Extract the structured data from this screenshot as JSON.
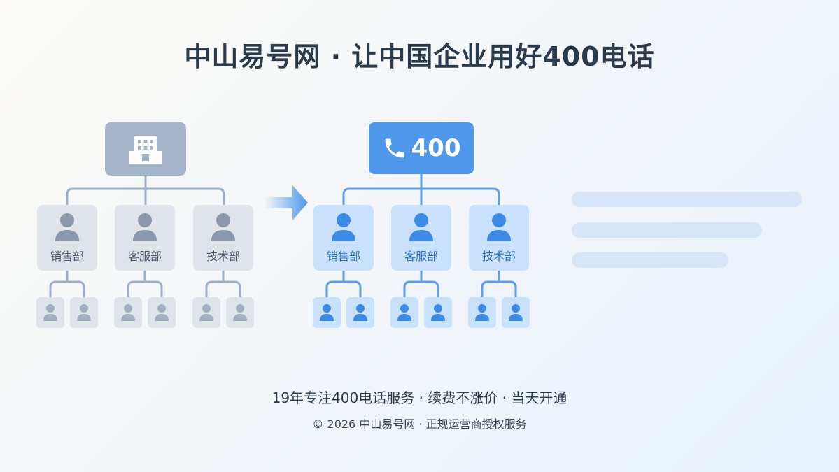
{
  "title": "中山易号网 · 让中国企业用好400电话",
  "legacy": {
    "root_icon": "building-icon",
    "departments": [
      {
        "label": "销售部"
      },
      {
        "label": "客服部"
      },
      {
        "label": "技术部"
      }
    ]
  },
  "modern": {
    "root_icon": "phone-icon",
    "root_label": "400",
    "departments": [
      {
        "label": "销售部"
      },
      {
        "label": "客服部"
      },
      {
        "label": "技术部"
      }
    ]
  },
  "arrow_icon": "arrow-right-icon",
  "footer": {
    "tagline": "19年专注400电话服务 · 续费不涨价 · 当天开通",
    "copyright": "© 2026 中山易号网 · 正规运营商授权服务"
  },
  "colors": {
    "legacy_node": "#a5b4c8",
    "legacy_fill": "#dfe4ea",
    "legacy_icon": "#8a98ab",
    "legacy_line": "#9db0c8",
    "modern_node": "#4f97ea",
    "modern_fill": "#c9e1fa",
    "modern_icon": "#3d8ae6",
    "modern_line": "#5b9fe8"
  }
}
